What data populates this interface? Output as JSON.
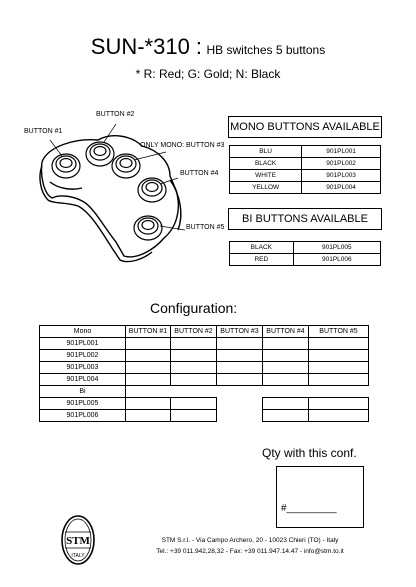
{
  "header": {
    "model": "SUN-*310 :",
    "description": "HB switches 5 buttons",
    "color_note": "* R: Red; G: Gold; N: Black"
  },
  "diagram": {
    "callouts": [
      "BUTTON #1",
      "BUTTON #2",
      "ONLY MONO: BUTTON #3",
      "BUTTON #4",
      "BUTTON #5"
    ]
  },
  "mono": {
    "title": "MONO BUTTONS AVAILABLE",
    "rows": [
      {
        "color": "BLU",
        "code": "901PL001"
      },
      {
        "color": "BLACK",
        "code": "901PL002"
      },
      {
        "color": "WHITE",
        "code": "901PL003"
      },
      {
        "color": "YELLOW",
        "code": "901PL004"
      }
    ]
  },
  "bi": {
    "title": "BI BUTTONS AVAILABLE",
    "rows": [
      {
        "color": "BLACK",
        "code": "901PL005"
      },
      {
        "color": "RED",
        "code": "901PL006"
      }
    ]
  },
  "configuration": {
    "title": "Configuration:",
    "headers": [
      "Mono",
      "BUTTON #1",
      "BUTTON #2",
      "BUTTON #3",
      "BUTTON #4",
      "BUTTON #5"
    ],
    "mono_codes": [
      "901PL001",
      "901PL002",
      "901PL003",
      "901PL004"
    ],
    "bi_label": "Bi",
    "bi_codes": [
      "901PL005",
      "901PL006"
    ]
  },
  "qty": {
    "title": "Qty with this conf.",
    "field": "#_________"
  },
  "footer": {
    "logo_top": "STM",
    "logo_bottom": "ITALY",
    "company": "STM S.r.l. - Via Campo Archero, 20 - 10023 Chieri (TO) - Italy",
    "contact": "Tel.: +39 011.942,28,32 - Fax: +39 011.947.14.47 - info@stm.to.it"
  }
}
